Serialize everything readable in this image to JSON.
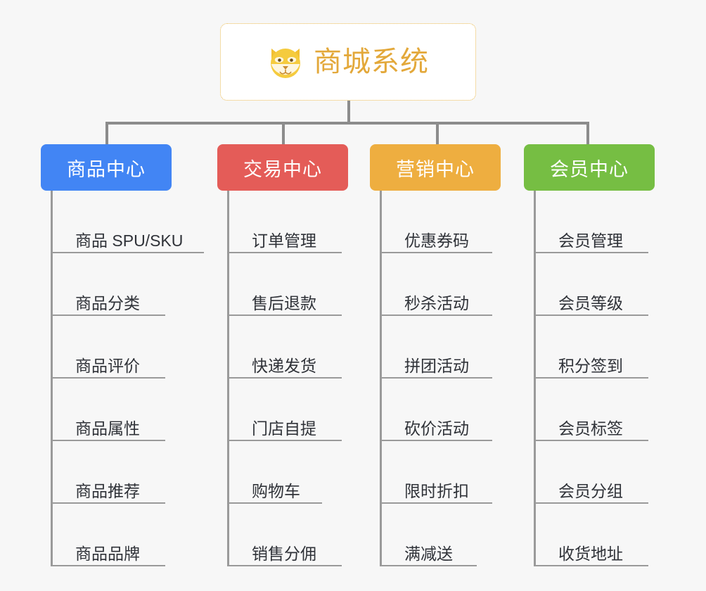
{
  "root": {
    "title": "商城系统",
    "icon": "shiba-dog-face-emoji",
    "title_color": "#e3a83a",
    "border_color": "#e9b94f"
  },
  "categories": [
    {
      "label": "商品中心",
      "color": "#4285f4",
      "items": [
        "商品 SPU/SKU",
        "商品分类",
        "商品评价",
        "商品属性",
        "商品推荐",
        "商品品牌"
      ]
    },
    {
      "label": "交易中心",
      "color": "#e45c58",
      "items": [
        "订单管理",
        "售后退款",
        "快递发货",
        "门店自提",
        "购物车",
        "销售分佣"
      ]
    },
    {
      "label": "营销中心",
      "color": "#eeae40",
      "items": [
        "优惠券码",
        "秒杀活动",
        "拼团活动",
        "砍价活动",
        "限时折扣",
        "满减送"
      ]
    },
    {
      "label": "会员中心",
      "color": "#76be43",
      "items": [
        "会员管理",
        "会员等级",
        "积分签到",
        "会员标签",
        "会员分组",
        "收货地址"
      ]
    }
  ]
}
